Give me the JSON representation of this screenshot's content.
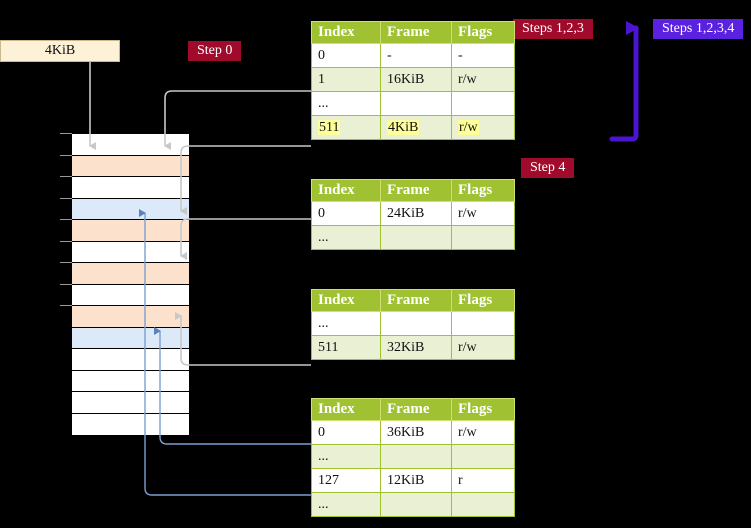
{
  "source_box": {
    "label": "4KiB"
  },
  "badges": [
    {
      "name": "step0",
      "label": "Step 0",
      "color": "#a10b2b"
    },
    {
      "name": "steps123",
      "label": "Steps 1,2,3",
      "color": "#a10b2b"
    },
    {
      "name": "steps1234",
      "label": "Steps 1,2,3,4",
      "color": "#5b21e0"
    },
    {
      "name": "step4",
      "label": "Step 4",
      "color": "#a10b2b"
    }
  ],
  "tables": [
    {
      "name": "page-table-1",
      "headers": [
        "Index",
        "Frame",
        "Flags"
      ],
      "rows": [
        {
          "cells": [
            "0",
            "-",
            "-"
          ],
          "style": "plain",
          "highlight": false
        },
        {
          "cells": [
            "1",
            "16KiB",
            "r/w"
          ],
          "style": "alt",
          "highlight": false
        },
        {
          "cells": [
            "...",
            "",
            ""
          ],
          "style": "plain",
          "highlight": false
        },
        {
          "cells": [
            "511",
            "4KiB",
            "r/w"
          ],
          "style": "alt",
          "highlight": true
        }
      ]
    },
    {
      "name": "page-table-2",
      "headers": [
        "Index",
        "Frame",
        "Flags"
      ],
      "rows": [
        {
          "cells": [
            "0",
            "24KiB",
            "r/w"
          ],
          "style": "plain",
          "highlight": false
        },
        {
          "cells": [
            "...",
            "",
            ""
          ],
          "style": "alt",
          "highlight": false
        }
      ]
    },
    {
      "name": "page-table-3",
      "headers": [
        "Index",
        "Frame",
        "Flags"
      ],
      "rows": [
        {
          "cells": [
            "...",
            "",
            ""
          ],
          "style": "plain",
          "highlight": false
        },
        {
          "cells": [
            "511",
            "32KiB",
            "r/w"
          ],
          "style": "alt",
          "highlight": false
        }
      ]
    },
    {
      "name": "page-table-4",
      "headers": [
        "Index",
        "Frame",
        "Flags"
      ],
      "rows": [
        {
          "cells": [
            "0",
            "36KiB",
            "r/w"
          ],
          "style": "plain",
          "highlight": false
        },
        {
          "cells": [
            "...",
            "",
            ""
          ],
          "style": "alt",
          "highlight": false
        },
        {
          "cells": [
            "127",
            "12KiB",
            "r"
          ],
          "style": "plain",
          "highlight": false
        },
        {
          "cells": [
            "...",
            "",
            ""
          ],
          "style": "alt",
          "highlight": false
        }
      ]
    }
  ],
  "memory_grid": {
    "name": "physical-memory-frames",
    "rows": [
      {
        "fill": "white"
      },
      {
        "fill": "orange"
      },
      {
        "fill": "white"
      },
      {
        "fill": "blue"
      },
      {
        "fill": "orange"
      },
      {
        "fill": "white"
      },
      {
        "fill": "orange"
      },
      {
        "fill": "white"
      },
      {
        "fill": "orange"
      },
      {
        "fill": "blue"
      },
      {
        "fill": "white"
      },
      {
        "fill": "white"
      },
      {
        "fill": "white"
      },
      {
        "fill": "white"
      }
    ]
  },
  "colors": {
    "background": "#000000",
    "table_header": "#9fc132",
    "table_alt_row": "#eaf0d4",
    "highlight": "#ffff99",
    "badge_red": "#a10b2b",
    "badge_blue": "#5b21e0",
    "frame_orange": "#fce2cd",
    "frame_blue": "#dce9f8",
    "source_box": "#fdf1d8",
    "connector_grey": "#c8c8c8",
    "connector_blue": "#7b9fd0",
    "arrow_purple": "#4b14d0"
  }
}
